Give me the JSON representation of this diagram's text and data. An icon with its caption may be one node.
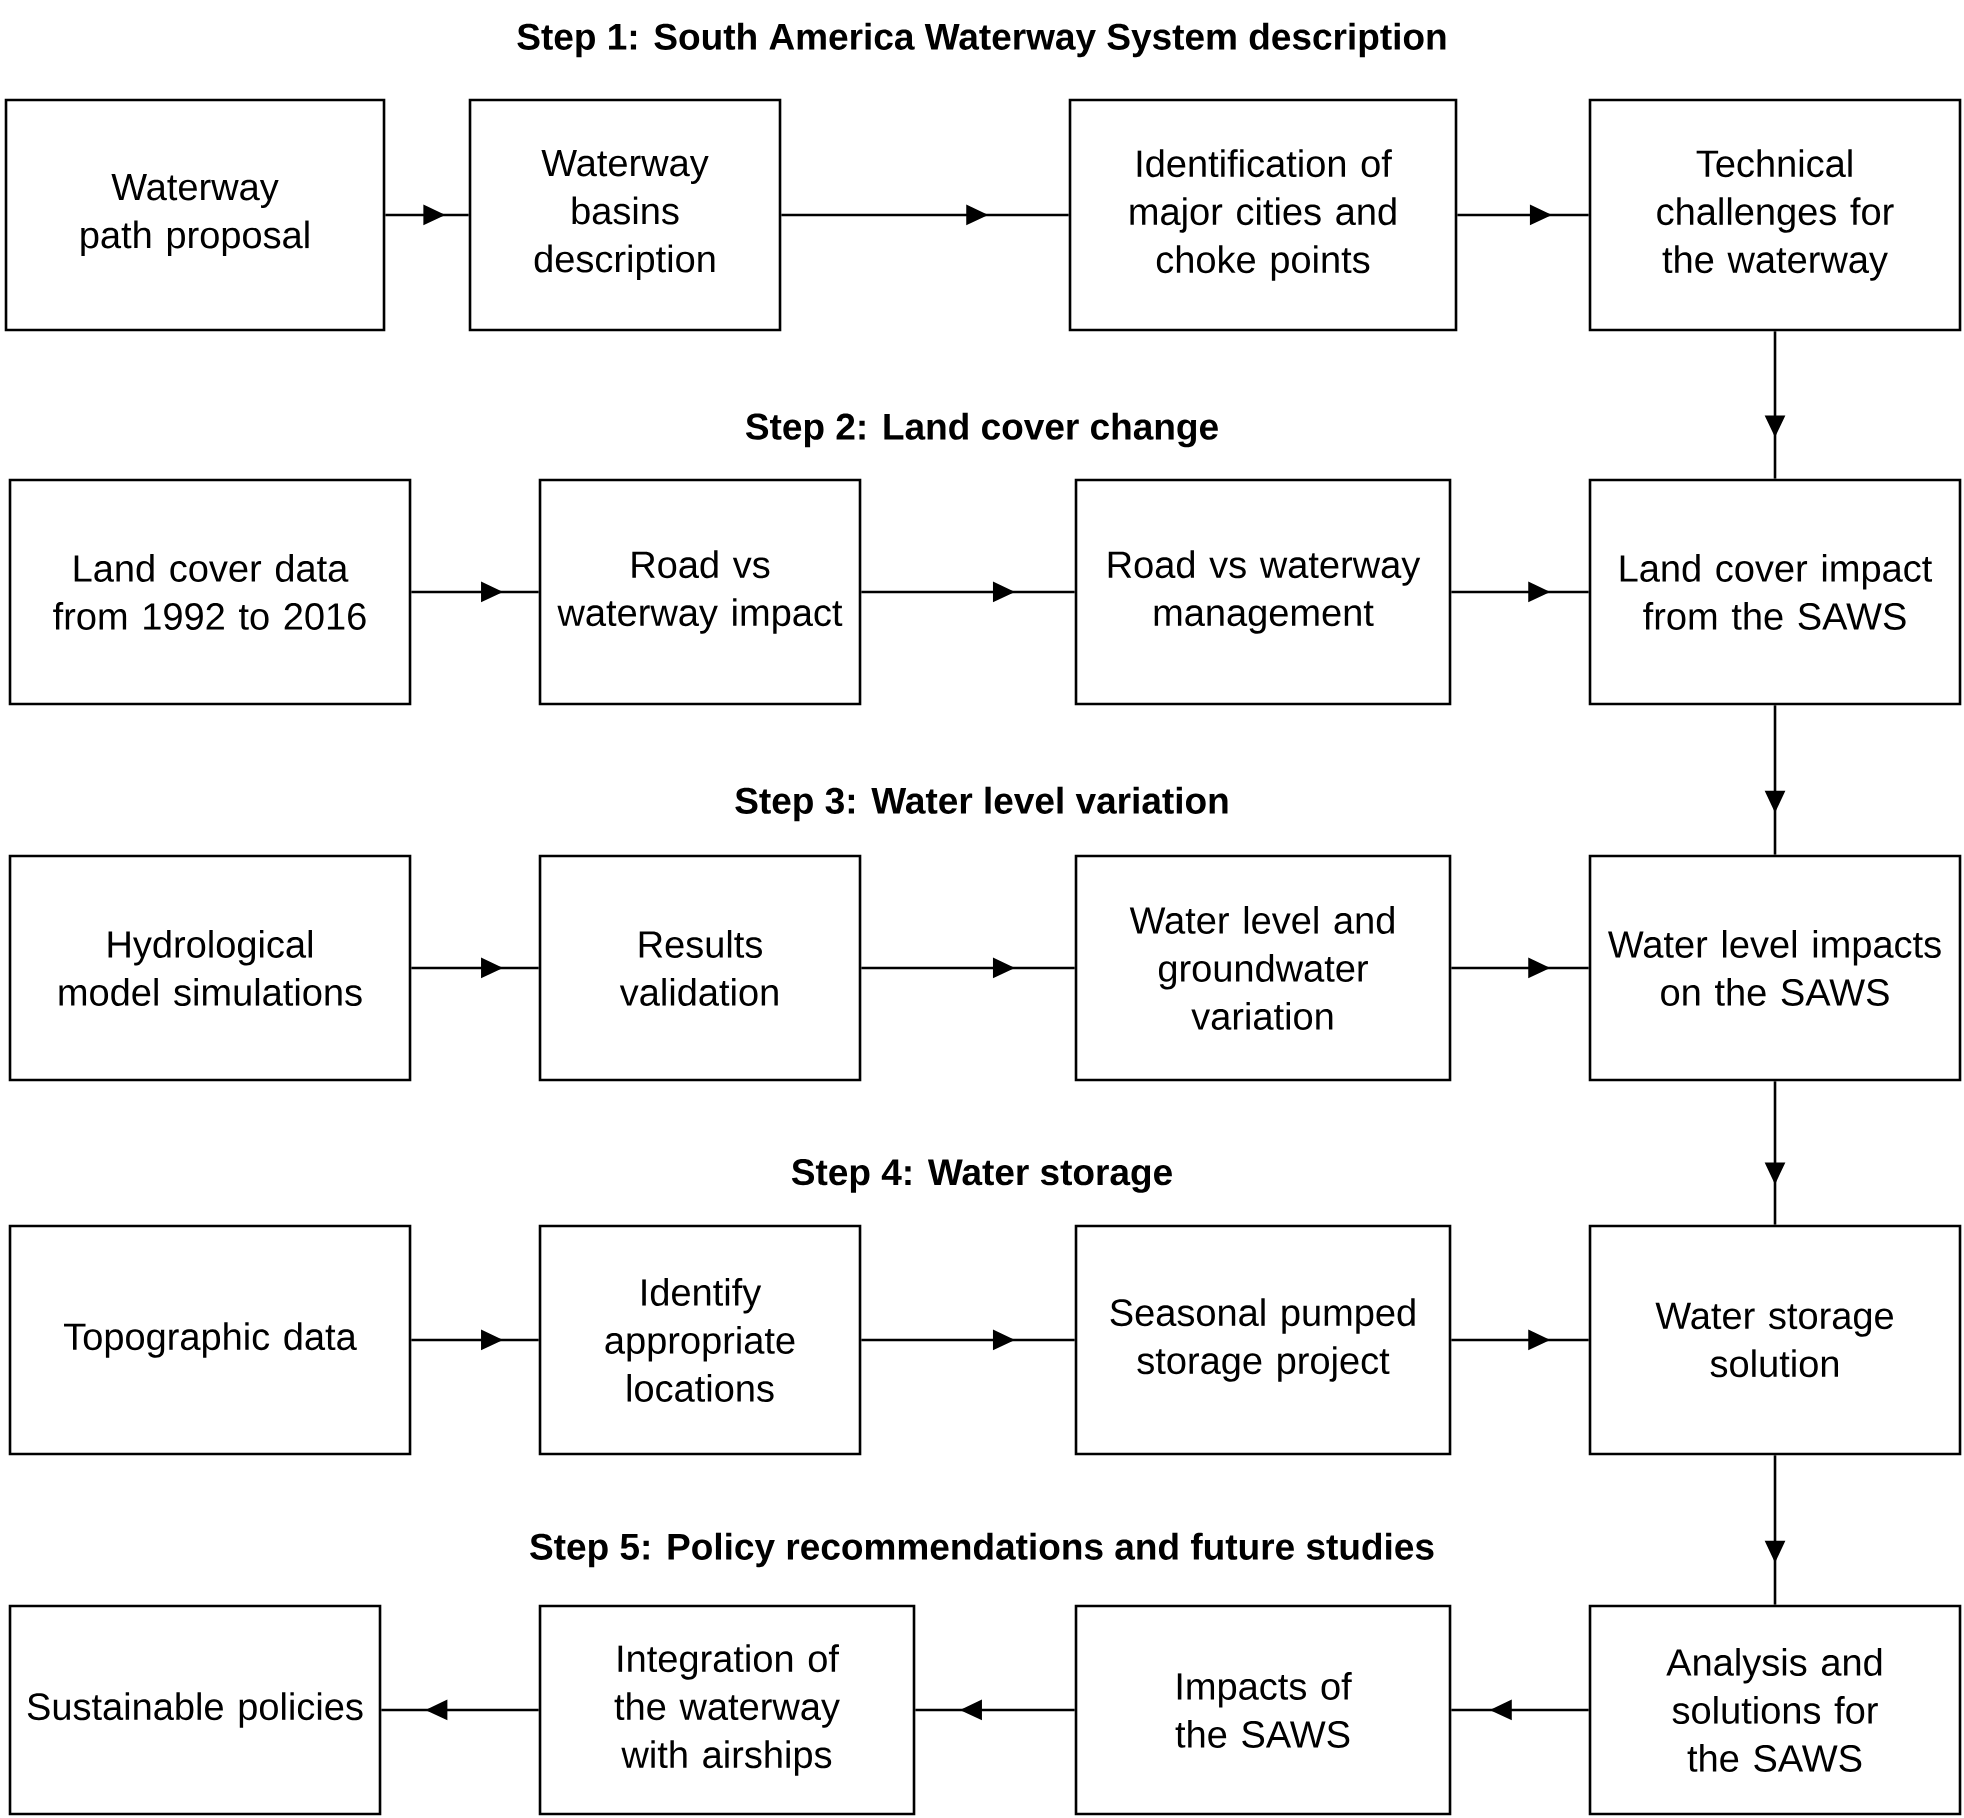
{
  "diagram": {
    "nodes": [
      {
        "text": [
          "Waterway path proposal"
        ]
      },
      {
        "text": [
          "Waterway basins description"
        ]
      },
      {
        "text": [
          "Identification of major cities and choke points"
        ]
      },
      {
        "text": [
          "Technical challenges for the waterway"
        ]
      },
      {
        "text": [
          "Land cover data from 1992 to 2016"
        ]
      },
      {
        "text": [
          "Road vs waterway impact"
        ]
      },
      {
        "text": [
          "Road vs waterway management"
        ]
      },
      {
        "text": [
          "Land cover impact from the SAWS"
        ]
      },
      {
        "text": [
          "Hydrological model simulations"
        ]
      },
      {
        "text": [
          "Results validation"
        ]
      },
      {
        "text": [
          "Water level and groundwater variation"
        ]
      },
      {
        "text": [
          "Water level impacts on the SAWS"
        ]
      },
      {
        "text": [
          "Topographic data"
        ]
      },
      {
        "text": [
          "Identify appropriate locations"
        ]
      },
      {
        "text": [
          "Seasonal pumped storage project"
        ]
      },
      {
        "text": [
          "Water storage solution"
        ]
      },
      {
        "text": [
          "Sustainable policies"
        ]
      },
      {
        "text": [
          "Integration of the waterway with airships"
        ]
      },
      {
        "text": [
          "Impacts of the SAWS"
        ]
      },
      {
        "text": [
          "Analysis and solutions for the SAWS"
        ]
      }
    ],
    "edges": [
      {
        "from": 0,
        "to": 1,
        "arrow": "to"
      },
      {
        "from": 1,
        "to": 2,
        "arrow": "to"
      },
      {
        "from": 2,
        "to": 3,
        "arrow": "to"
      },
      {
        "from": 3,
        "to": 7,
        "arrow": "to"
      },
      {
        "from": 4,
        "to": 5,
        "arrow": "to"
      },
      {
        "from": 5,
        "to": 6,
        "arrow": "to"
      },
      {
        "from": 6,
        "to": 7,
        "arrow": "to"
      },
      {
        "from": 7,
        "to": 11,
        "arrow": "to"
      },
      {
        "from": 8,
        "to": 9,
        "arrow": "to"
      },
      {
        "from": 9,
        "to": 10,
        "arrow": "to"
      },
      {
        "from": 10,
        "to": 11,
        "arrow": "to"
      },
      {
        "from": 11,
        "to": 15,
        "arrow": "to"
      },
      {
        "from": 12,
        "to": 13,
        "arrow": "to"
      },
      {
        "from": 13,
        "to": 14,
        "arrow": "to"
      },
      {
        "from": 14,
        "to": 15,
        "arrow": "to"
      },
      {
        "from": 15,
        "to": 19,
        "arrow": "to"
      },
      {
        "from": 19,
        "to": 18,
        "arrow": "to"
      },
      {
        "from": 18,
        "to": 17,
        "arrow": "to"
      },
      {
        "from": 17,
        "to": 16,
        "arrow": "to"
      }
    ],
    "labels": [
      "Step 1: South America Waterway System description",
      "Step 2: Land cover change",
      "Step 3: Water level variation",
      "Step 4: Water storage",
      "Step 5: Policy recommendations and future studies"
    ]
  }
}
